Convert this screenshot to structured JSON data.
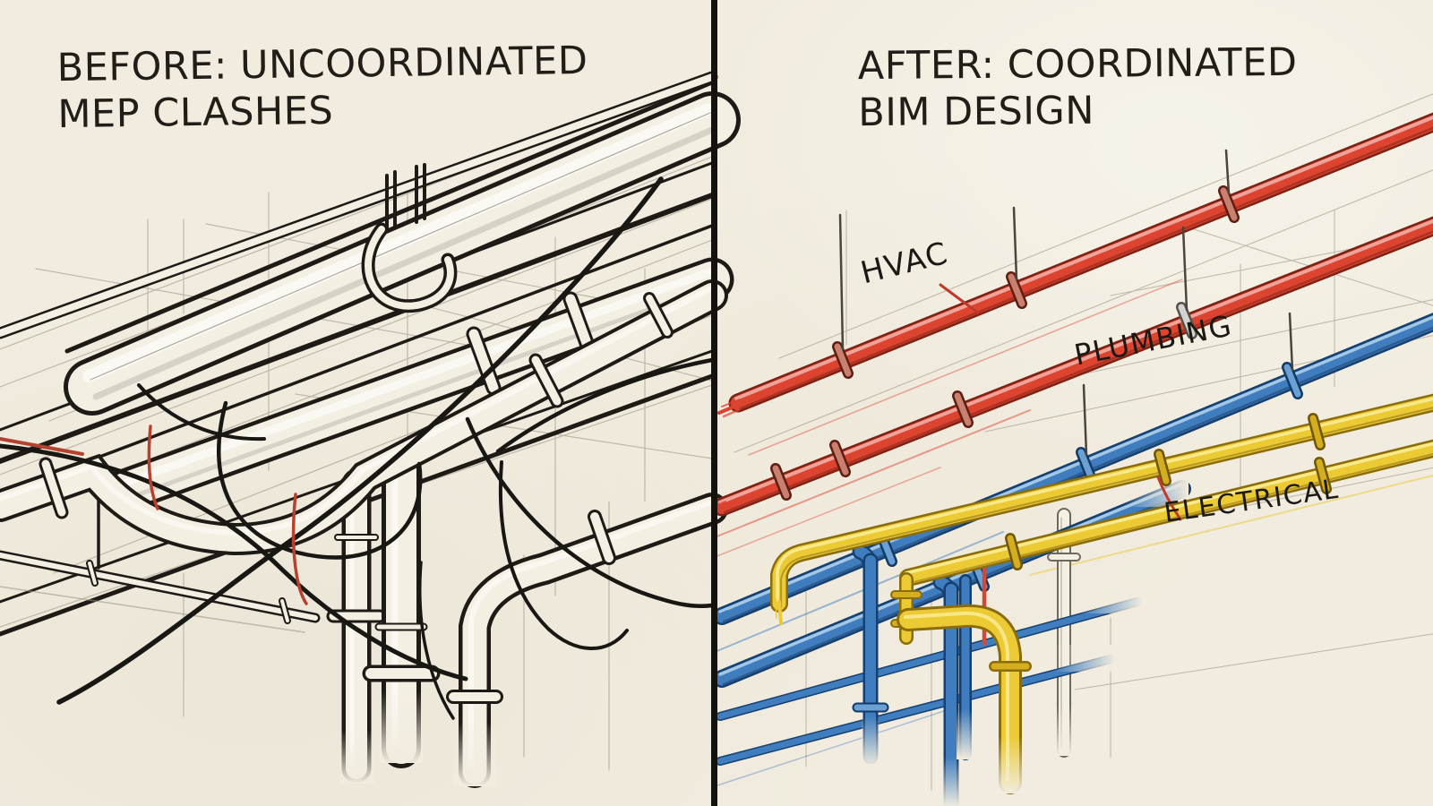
{
  "meta": {
    "background_color": "#f1ecdf",
    "divider_color": "#15120d",
    "ink_color": "#1e1b16",
    "pencil_color": "#9e9787"
  },
  "left_panel": {
    "title_line1": "BEFORE: UNCOORDINATED",
    "title_line2": "MEP CLASHES",
    "accent_wire_color": "#b5412f",
    "description": "tangled black-ink sketch of clashing pipes, ducts and cables"
  },
  "right_panel": {
    "title_line1": "AFTER: COORDINATED",
    "title_line2": "BIM DESIGN",
    "leader_color": "#c0392b",
    "labels": [
      {
        "text": "HVAC",
        "system_color": "#dd4430"
      },
      {
        "text": "PLUMBING",
        "system_color": "#3f7dbe"
      },
      {
        "text": "ELECTRICAL",
        "system_color": "#ecca34"
      }
    ]
  }
}
